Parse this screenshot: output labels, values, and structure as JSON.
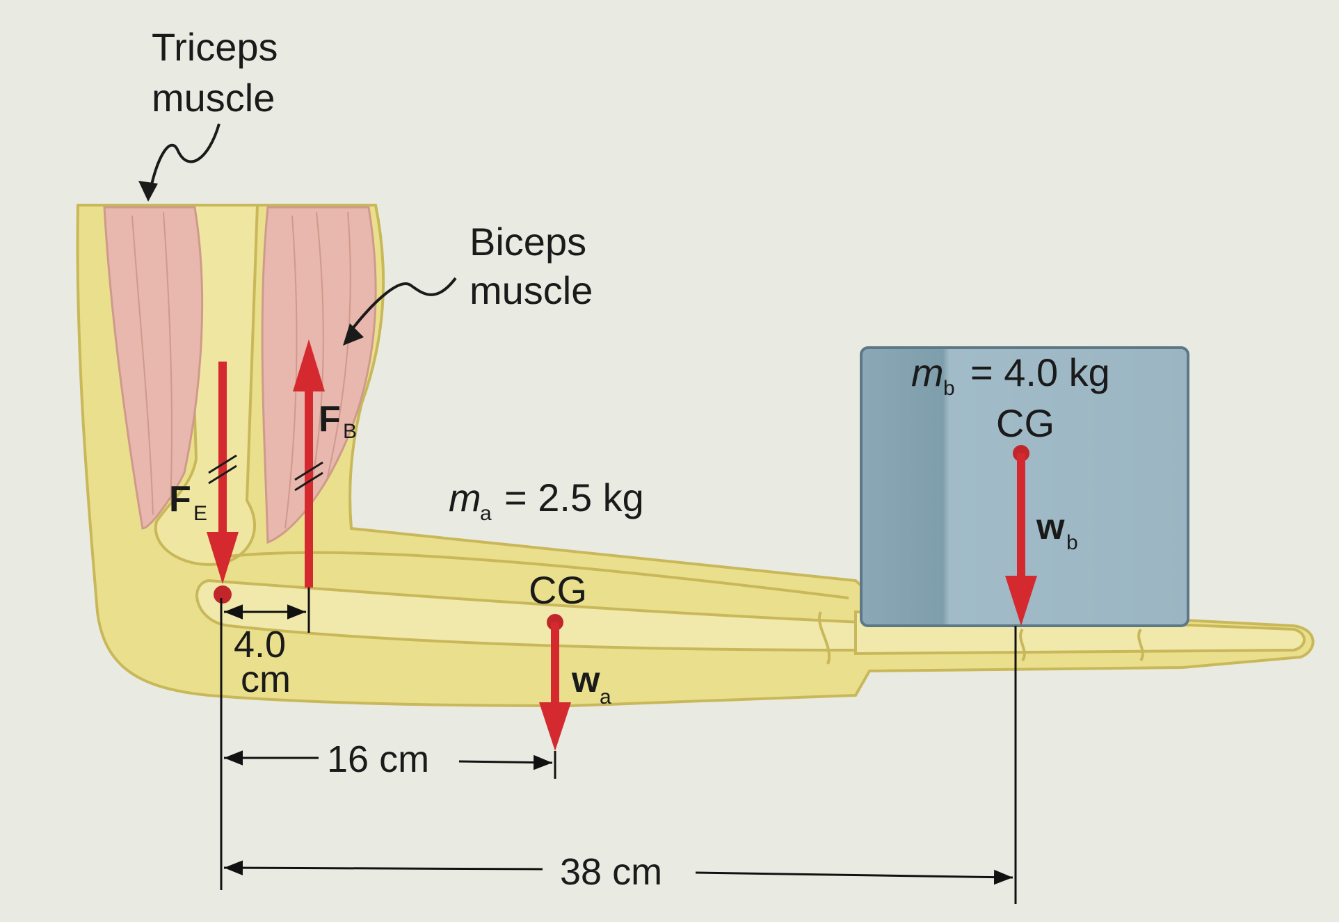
{
  "labels": {
    "triceps_line1": "Triceps",
    "triceps_line2": "muscle",
    "biceps_line1": "Biceps",
    "biceps_line2": "muscle"
  },
  "mass_arm": {
    "symbol": "m",
    "subscript": "a",
    "value": "= 2.5 kg"
  },
  "mass_ball": {
    "symbol": "m",
    "subscript": "b",
    "value": "= 4.0 kg"
  },
  "cg_labels": {
    "arm": "CG",
    "ball": "CG"
  },
  "forces": {
    "elbow": {
      "symbol": "F",
      "subscript": "E"
    },
    "biceps": {
      "symbol": "F",
      "subscript": "B"
    },
    "weight_arm": {
      "symbol": "w",
      "subscript": "a"
    },
    "weight_ball": {
      "symbol": "w",
      "subscript": "b"
    }
  },
  "dimensions": {
    "biceps_offset_line1": "4.0",
    "biceps_offset_line2": "cm",
    "arm_cg": "16 cm",
    "ball_cg": "38 cm"
  },
  "colors": {
    "bone": "#eadf8c",
    "bone_outline": "#c9b85a",
    "muscle": "#e8b7ad",
    "vector": "#d42a2f",
    "container": "#93b0bd"
  }
}
